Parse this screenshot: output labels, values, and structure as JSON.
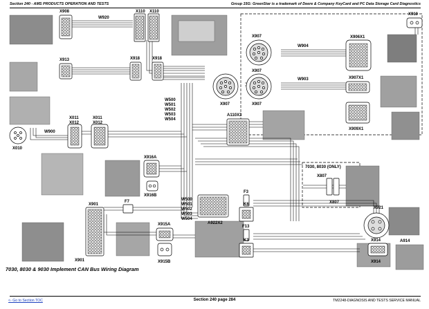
{
  "header": {
    "left": "Section 240 - AMS PRODUCTS OPERATION AND TESTS",
    "right": "Group 15G: GreenStar is a trademark of Deere & Company KeyCard and PC Data Storage Card Diagnostics"
  },
  "labels": {
    "x908": "X908",
    "w920": "W920",
    "x110a": "X110",
    "x110b": "X110",
    "x910": "X910",
    "x913": "X913",
    "x918a": "X918",
    "x918b": "X918",
    "x907a": "X907",
    "x907b": "X907",
    "x907c": "X907",
    "x907d": "X907",
    "w904": "W904",
    "x906x1": "X906X1",
    "w903": "W903",
    "x907x1": "X907X1",
    "x909x1": "X909X1",
    "w500": "W500",
    "w501": "W501",
    "w502": "W502",
    "w503": "W503",
    "w504": "W504",
    "a110x3": "A110X3",
    "x011a": "X011",
    "x012a": "X012",
    "x011b": "X011",
    "x012b": "X012",
    "w900": "W900",
    "x010": "X010",
    "x916a": "X916A",
    "x916b": "X916B",
    "model_note": "7030, 8030 (ONLY)",
    "x807a": "X807",
    "x807b": "X807",
    "f3": "F3",
    "k6": "K6",
    "f13": "F13",
    "k3": "K3",
    "w500b": "W500",
    "w501b": "W501",
    "w502b": "W502",
    "w503b": "W503",
    "w504b": "W504",
    "a922x2": "A922X2",
    "x901a": "X901",
    "x901b": "X901",
    "f7": "F7",
    "x915a": "X915A",
    "x915b": "X915B",
    "x921": "X921",
    "x914a": "X914",
    "x914b": "X914",
    "a914": "A914"
  },
  "caption": "7030, 8030 & 9030 Implement CAN Bus Wiring Diagram",
  "footer": {
    "left": "<- Go to Section TOC",
    "center": "Section 240 page 284",
    "right": "TM2248-DIAGNOSIS AND TESTS SERVICE MANUAL"
  }
}
